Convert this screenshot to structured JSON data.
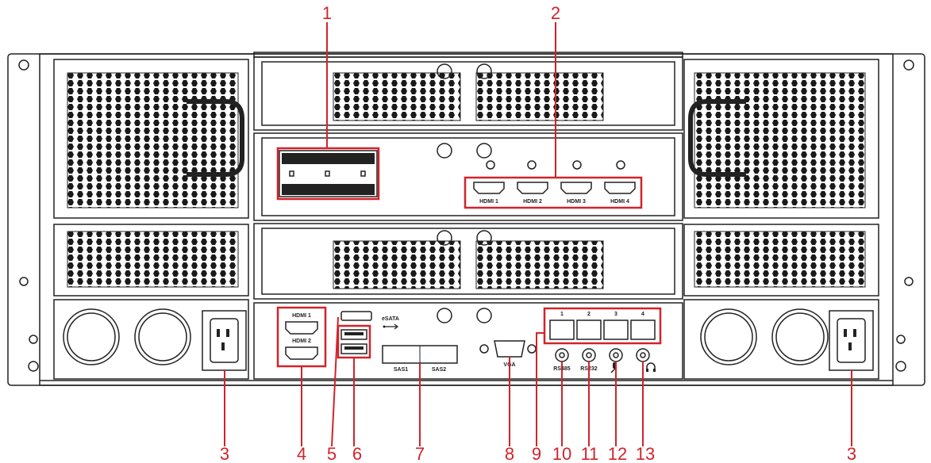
{
  "colors": {
    "callout": "#d0242b",
    "outline": "#222222"
  },
  "icons": {
    "usb": "usb-icon",
    "mic": "microphone-icon",
    "audio_out": "headphone-icon"
  },
  "callouts": {
    "c1": "1",
    "c2": "2",
    "c3_left": "3",
    "c3_right": "3",
    "c4": "4",
    "c5": "5",
    "c6": "6",
    "c7": "7",
    "c8": "8",
    "c9": "9",
    "c10": "10",
    "c11": "11",
    "c12": "12",
    "c13": "13"
  },
  "port_labels": {
    "hdmi_out_1": "HDMI 1",
    "hdmi_out_2": "HDMI 2",
    "hdmi_out_3": "HDMI 3",
    "hdmi_out_4": "HDMI 4",
    "hdmi_main_1": "HDMI 1",
    "hdmi_main_2": "HDMI 2",
    "esata": "eSATA",
    "sas1": "SAS1",
    "sas2": "SAS2",
    "vga": "VGA",
    "rs485": "RS485",
    "rs232": "RS232",
    "lan1": "1",
    "lan2": "2",
    "lan3": "3",
    "lan4": "4"
  }
}
